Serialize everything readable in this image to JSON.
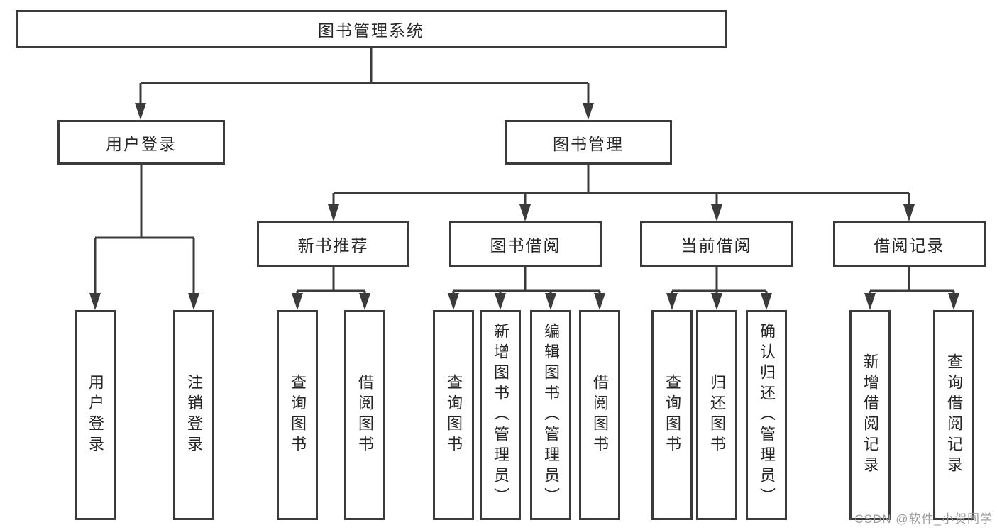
{
  "colors": {
    "line": "#3b3b3b",
    "text": "#262626",
    "watermark_text": "#9c9c9c",
    "background": "#ffffff"
  },
  "nodes": {
    "root": {
      "label": "图书管理系统"
    },
    "userLogin": {
      "label": "用户登录"
    },
    "bookMgmt": {
      "label": "图书管理"
    },
    "newBookRec": {
      "label": "新书推荐"
    },
    "bookBorrow": {
      "label": "图书借阅"
    },
    "currentBorrow": {
      "label": "当前借阅"
    },
    "borrowRecord": {
      "label": "借阅记录"
    },
    "leafUserLogin": {
      "label": "用户登录"
    },
    "leafLogout": {
      "label": "注销登录"
    },
    "leafQueryBookRec": {
      "label": "查询图书"
    },
    "leafBorrowBookRec": {
      "label": "借阅图书"
    },
    "leafQueryBookBorrow": {
      "label": "查询图书"
    },
    "leafAddBookAdmin": {
      "label": "新增图书（管理员）"
    },
    "leafEditBookAdmin": {
      "label": "编辑图书（管理员）"
    },
    "leafBorrowBookBorrow": {
      "label": "借阅图书"
    },
    "leafQueryBookCurrent": {
      "label": "查询图书"
    },
    "leafReturnBook": {
      "label": "归还图书"
    },
    "leafConfirmReturnAdmin": {
      "label": "确认归还（管理员）"
    },
    "leafAddBorrowRecord": {
      "label": "新增借阅记录"
    },
    "leafQueryBorrowRecord": {
      "label": "查询借阅记录"
    }
  },
  "watermark": {
    "text": "CSDN @软件_小贺同学"
  }
}
